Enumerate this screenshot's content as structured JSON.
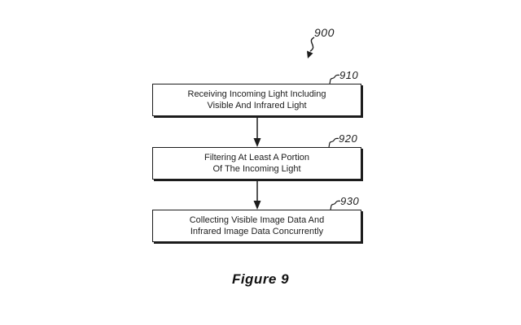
{
  "figure": {
    "reference_label": "900",
    "caption": "Figure 9",
    "colors": {
      "ink": "#1c1c1c",
      "background": "#ffffff"
    },
    "icons": {
      "reference_pointer": "squiggly-arrow-down-icon",
      "step_connector": "arrow-down-icon",
      "ref_leader": "leader-hook-icon"
    },
    "steps": [
      {
        "ref": "910",
        "lines": [
          "Receiving Incoming Light Including",
          "Visible And Infrared Light"
        ]
      },
      {
        "ref": "920",
        "lines": [
          "Filtering At Least A Portion",
          "Of The Incoming Light"
        ]
      },
      {
        "ref": "930",
        "lines": [
          "Collecting Visible Image Data And",
          "Infrared Image Data Concurrently"
        ]
      }
    ]
  }
}
